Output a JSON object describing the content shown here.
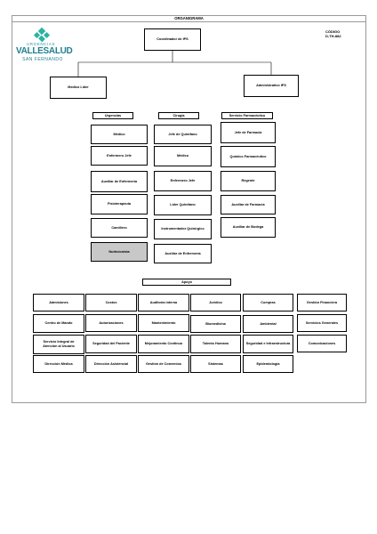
{
  "title": "ORGANIGRAMA",
  "codigo_label": "CÓDIGO",
  "codigo_value": "D-TH-882",
  "logo": {
    "top_text": "URGENCIAS",
    "main_text": "VALLESALUD",
    "bottom_text": "SAN FERNANDO",
    "color": "#1f7f8e"
  },
  "top": {
    "coordinator": "Coordinador de IPS"
  },
  "level2": {
    "left": "Medico Lider",
    "right": "Administrativo IPS"
  },
  "columns": [
    {
      "header": "Urgencias",
      "items": [
        "Médico",
        "Enfermero Jefe",
        "Auxiliar de Enfermería",
        "Fisioterapeuta",
        "Camillero",
        "Nutricionista"
      ]
    },
    {
      "header": "Cirugia",
      "items": [
        "Jefe de Quirófano",
        "Médico",
        "Enfermero Jefe",
        "Líder Quirófano",
        "Instrumentador Quirúrgico",
        "Auxiliar de Enfermería"
      ]
    },
    {
      "header": "Servicio Farmacéutico",
      "items": [
        "Jefe de Farmacia",
        "Químico Farmacéutico",
        "Regente",
        "Auxiliar de Farmacia",
        "Auxiliar de Bodega"
      ]
    }
  ],
  "highlight_color": "#c8c8c8",
  "apoyo": {
    "header": "Apoyo",
    "rows": [
      [
        "Admisiones",
        "Costos",
        "Auditoría interna",
        "Jurídico",
        "Compras",
        "Gestión Financiera"
      ],
      [
        "Centro de Mando",
        "Autorizaciones",
        "Mantenimiento",
        "Biomedicina",
        "Ambiental",
        "Servicios Generales"
      ],
      [
        "Servicio Integral de Atención al Usuario",
        "Seguridad del Paciente",
        "Mejoramiento Continuo",
        "Talento Humano",
        "Seguridad e Infraestructura",
        "Comunicaciones"
      ],
      [
        "Dirección Médica",
        "Dirección Asistencial",
        "Gestión de Convenios",
        "Sistemas",
        "Epidemiología"
      ]
    ]
  }
}
